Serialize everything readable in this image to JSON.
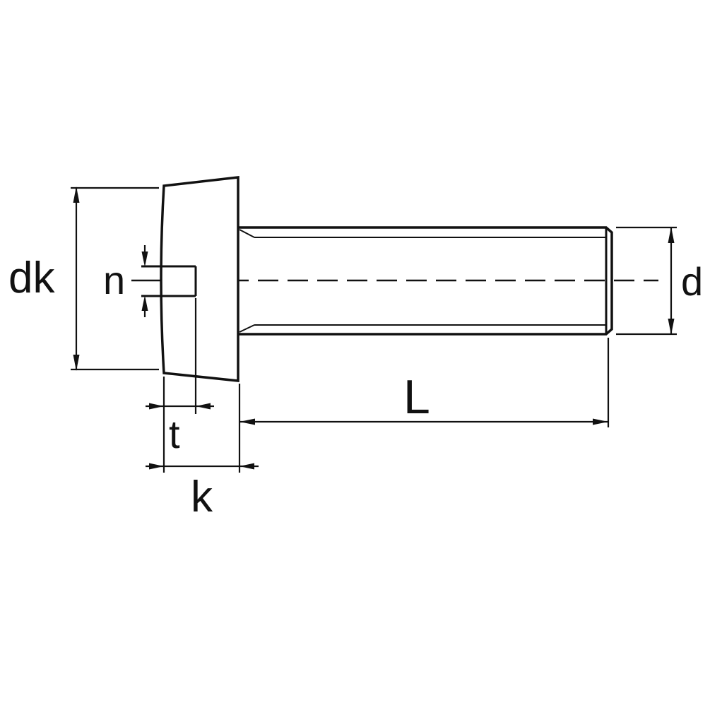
{
  "drawing": {
    "background_color": "#ffffff",
    "line_color": "#111111",
    "labels": {
      "dk": "dk",
      "n": "n",
      "t": "t",
      "k": "k",
      "L": "L",
      "d": "d"
    }
  }
}
